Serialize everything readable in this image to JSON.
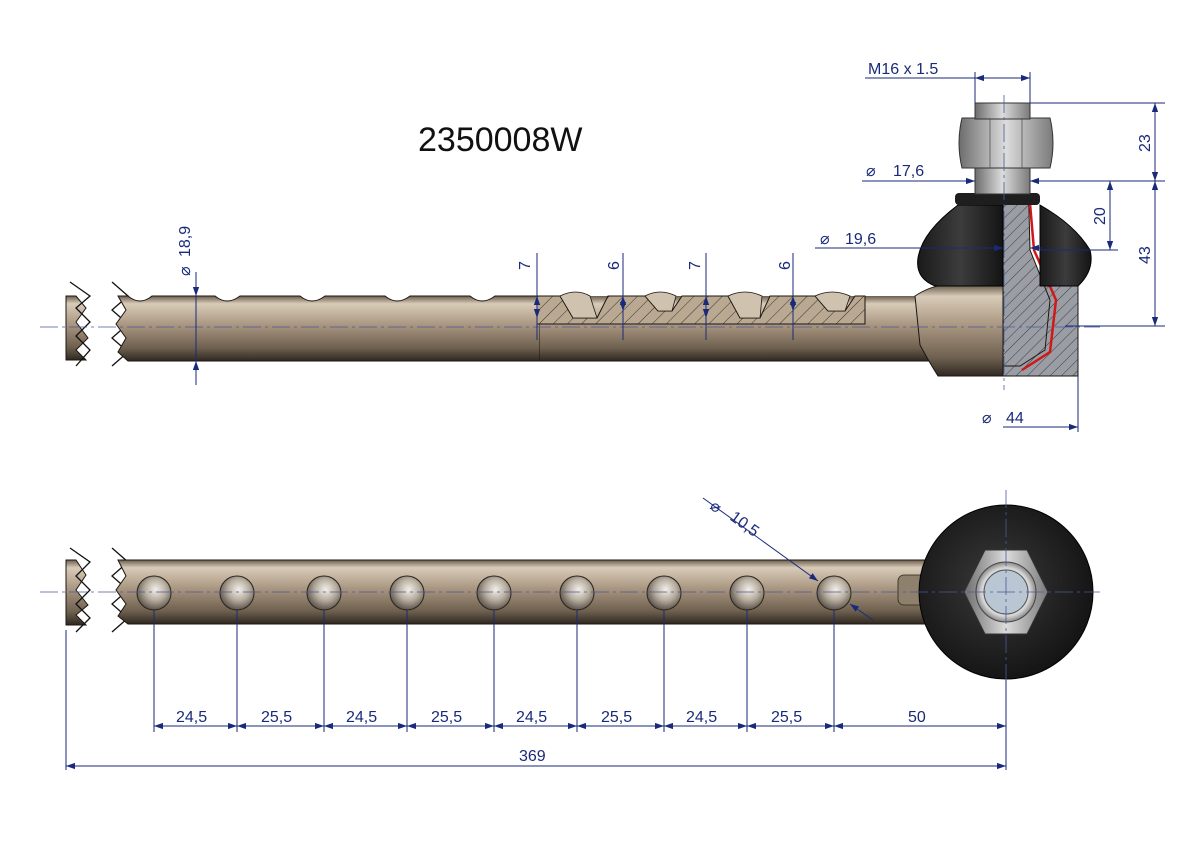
{
  "part_number": "2350008W",
  "top_view": {
    "thread_label": "M16 x 1.5",
    "dim_23": "23",
    "dim_17_6": "17,6",
    "dim_20": "20",
    "dim_19_6": "19,6",
    "dim_43": "43",
    "dim_18_9": "18,9",
    "dim_44": "44",
    "groove_widths": [
      "7",
      "6",
      "7",
      "6"
    ]
  },
  "bottom_view": {
    "hole_diameter": "10,5",
    "spacings": [
      "24,5",
      "25,5",
      "24,5",
      "25,5",
      "24,5",
      "25,5",
      "24,5",
      "25,5",
      "50"
    ],
    "overall_length": "369"
  },
  "colors": {
    "dimension": "#1a2a7a",
    "rod_metal": "#b3a28e",
    "rubber_boot": "#2a2a2a",
    "section_red": "#d01818"
  }
}
